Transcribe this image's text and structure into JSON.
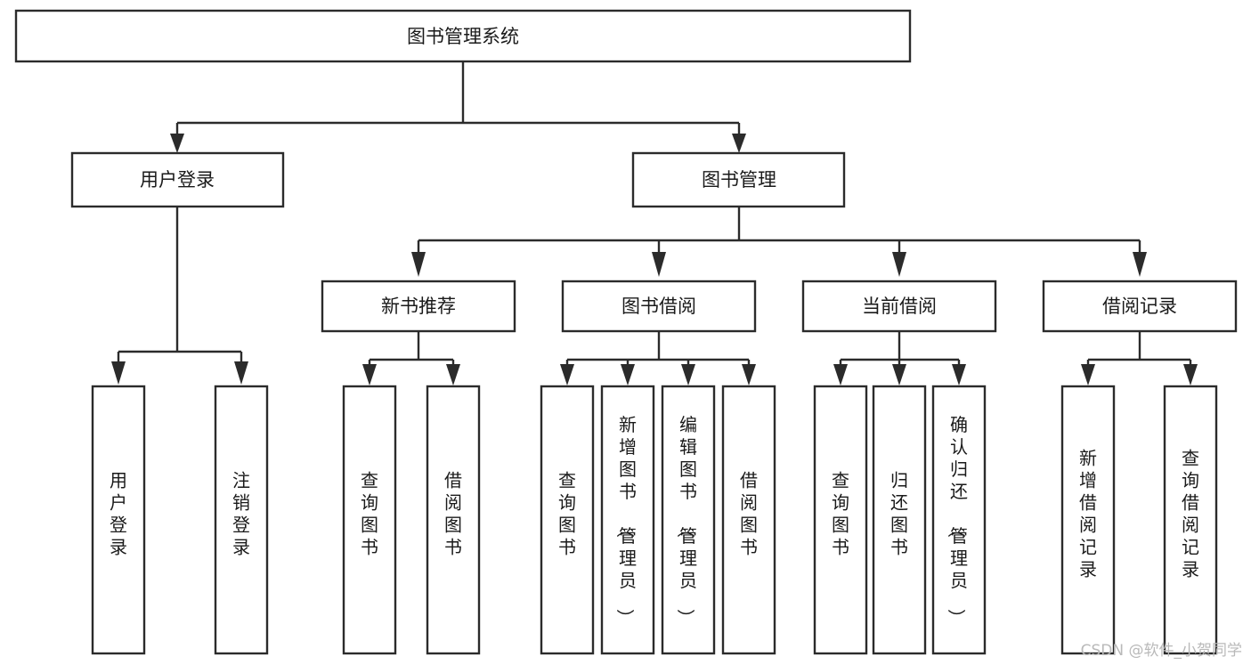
{
  "diagram": {
    "title": "图书管理系统",
    "type": "tree-hierarchy",
    "watermark": "CSDN @软件_小贺同学",
    "colors": {
      "background": "#ffffff",
      "box_fill": "#ffffff",
      "box_stroke": "#2b2b2b",
      "text": "#1a1a1a",
      "watermark": "#b9b9b9"
    },
    "root": {
      "label": "图书管理系统",
      "orientation": "horizontal"
    },
    "level2": [
      {
        "label": "用户登录",
        "orientation": "horizontal"
      },
      {
        "label": "图书管理",
        "orientation": "horizontal"
      }
    ],
    "level3": [
      {
        "label": "新书推荐",
        "orientation": "horizontal"
      },
      {
        "label": "图书借阅",
        "orientation": "horizontal"
      },
      {
        "label": "当前借阅",
        "orientation": "horizontal"
      },
      {
        "label": "借阅记录",
        "orientation": "horizontal"
      }
    ],
    "leaves": {
      "user_login": [
        {
          "label": "用户登录",
          "orientation": "vertical"
        },
        {
          "label": "注销登录",
          "orientation": "vertical"
        }
      ],
      "new_book_recommend": [
        {
          "label": "查询图书",
          "orientation": "vertical"
        },
        {
          "label": "借阅图书",
          "orientation": "vertical"
        }
      ],
      "book_borrow": [
        {
          "label": "查询图书",
          "orientation": "vertical"
        },
        {
          "label": "新增图书（管理员）",
          "orientation": "vertical"
        },
        {
          "label": "编辑图书（管理员）",
          "orientation": "vertical"
        },
        {
          "label": "借阅图书",
          "orientation": "vertical"
        }
      ],
      "current_borrow": [
        {
          "label": "查询图书",
          "orientation": "vertical"
        },
        {
          "label": "归还图书",
          "orientation": "vertical"
        },
        {
          "label": "确认归还（管理员）",
          "orientation": "vertical"
        }
      ],
      "borrow_record": [
        {
          "label": "新增借阅记录",
          "orientation": "vertical"
        },
        {
          "label": "查询借阅记录",
          "orientation": "vertical"
        }
      ]
    }
  }
}
